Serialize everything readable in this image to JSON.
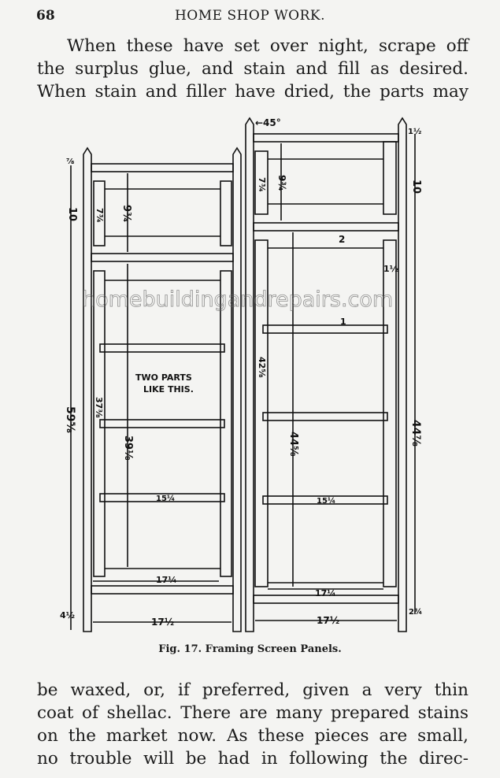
{
  "header": {
    "page_number": "68",
    "running_title": "HOME SHOP WORK."
  },
  "top_text": [
    "When these have set over night, scrape off",
    "the surplus glue, and stain and fill as desired.",
    "When stain and filler have dried, the parts may"
  ],
  "figure": {
    "caption": "Fig. 17.   Framing Screen Panels.",
    "note_line1": "TWO PARTS",
    "note_line2": "LIKE THIS.",
    "watermark": "homebuildingandrepairs.com",
    "dims": {
      "angle": "←45°",
      "ten": "10",
      "nine_three_quarter": "9¾",
      "seven_three_quarter": "7¾",
      "two": "2",
      "one_half": "1½",
      "one": "1",
      "left_overall": "59⅝",
      "left_inner": "37⅜",
      "left_mid": "39⅛",
      "right_overall": "44⅞",
      "right_inner": "42⅝",
      "right_mid": "44⅝",
      "rail": "15¼",
      "inner_width": "17¼",
      "outer_width": "17½",
      "bottom_left": "4½",
      "bottom_right": "2¾",
      "top_small": "1½",
      "eighth": "⅞"
    }
  },
  "bottom_text": [
    "be waxed, or, if preferred, given a very thin",
    "coat of shellac. There are many prepared stains",
    "on the market now.  As these pieces are small,",
    "no trouble will be had in following the direc-"
  ]
}
